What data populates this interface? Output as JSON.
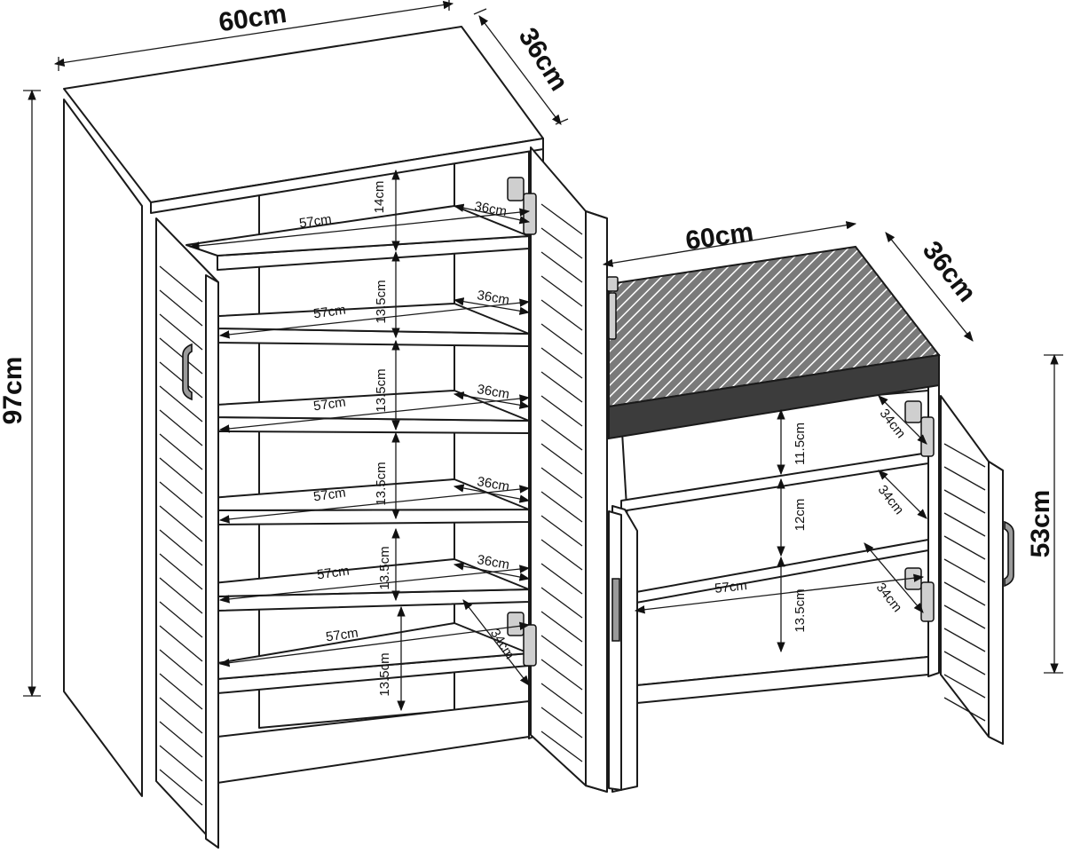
{
  "tall_cabinet": {
    "width_label": "60cm",
    "depth_label": "36cm",
    "height_label": "97cm",
    "shelf_widths": [
      "57cm",
      "57cm",
      "57cm",
      "57cm",
      "57cm",
      "57cm"
    ],
    "shelf_depths": [
      "36cm",
      "36cm",
      "36cm",
      "36cm",
      "36cm",
      "34cm"
    ],
    "shelf_heights": [
      "14cm",
      "13.5cm",
      "13.5cm",
      "13.5cm",
      "13.5cm",
      "13.5cm"
    ]
  },
  "bench": {
    "width_label": "60cm",
    "depth_label": "36cm",
    "height_label": "53cm",
    "shelf_width": "57cm",
    "shelf_depths": [
      "34cm",
      "34cm",
      "34cm"
    ],
    "shelf_heights": [
      "11.5cm",
      "12cm",
      "13.5cm"
    ]
  },
  "colors": {
    "line": "#1a1a1a",
    "cushion": "#5a5a5a",
    "background": "#ffffff"
  }
}
